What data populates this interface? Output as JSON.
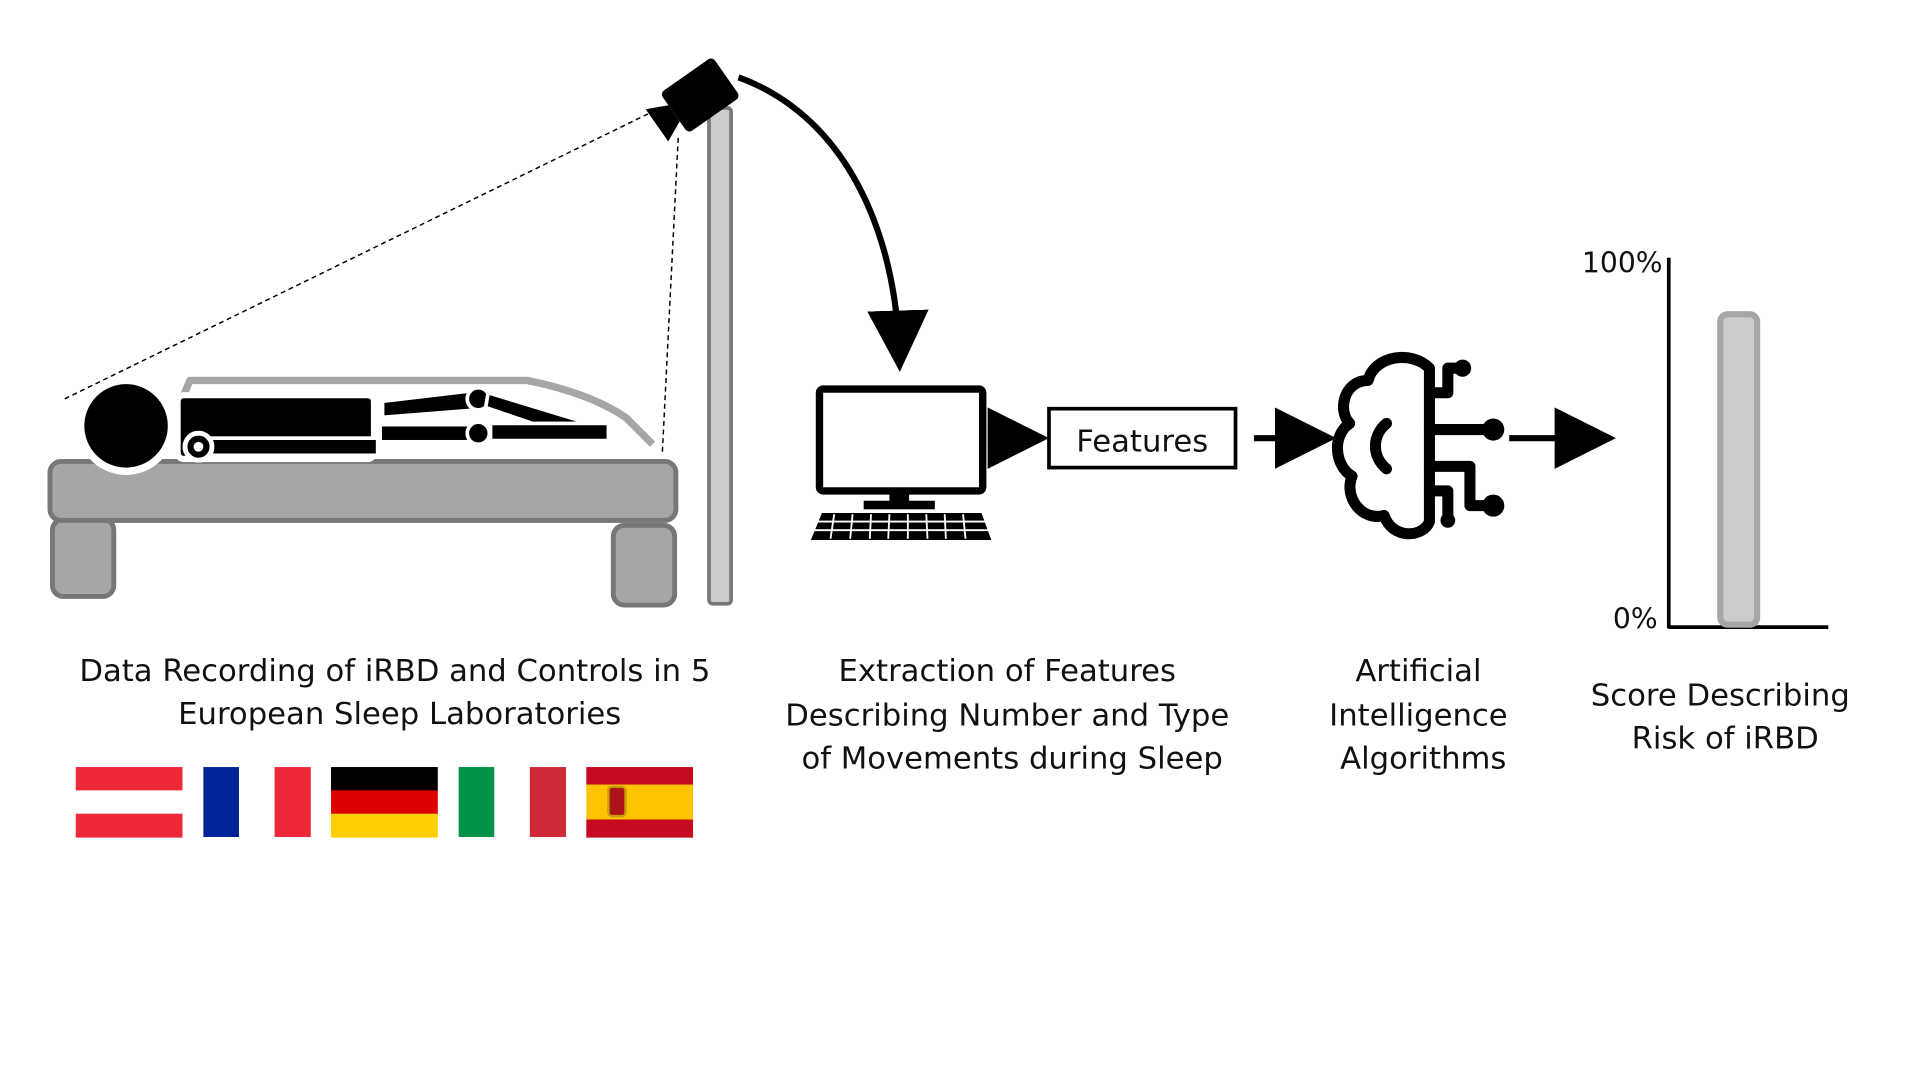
{
  "stages": {
    "recording": {
      "caption_lines": [
        "Data Recording of iRBD and Controls in 5",
        "European Sleep Laboratories"
      ],
      "flags": [
        {
          "country": "Austria",
          "colors": [
            "#ED2939",
            "#FFFFFF",
            "#ED2939"
          ],
          "orientation": "horizontal"
        },
        {
          "country": "France",
          "colors": [
            "#002395",
            "#FFFFFF",
            "#ED2939"
          ],
          "orientation": "vertical"
        },
        {
          "country": "Germany",
          "colors": [
            "#000000",
            "#DD0000",
            "#FFCE00"
          ],
          "orientation": "horizontal"
        },
        {
          "country": "Italy",
          "colors": [
            "#009246",
            "#FFFFFF",
            "#CE2B37"
          ],
          "orientation": "vertical"
        },
        {
          "country": "Spain",
          "colors": [
            "#C60B1E",
            "#FFC400",
            "#C60B1E"
          ],
          "orientation": "horizontal"
        }
      ]
    },
    "extraction": {
      "caption_lines": [
        "Extraction of Features",
        "Describing Number and Type",
        "of Movements during Sleep"
      ],
      "features_box_label": "Features"
    },
    "ai": {
      "caption_lines": [
        "Artificial",
        "Intelligence",
        "Algorithms"
      ]
    },
    "score": {
      "caption_lines": [
        "Score Describing",
        "Risk of iRBD"
      ],
      "axis_top_label": "100%",
      "axis_bottom_label": "0%"
    }
  },
  "icons": [
    "bed-icon",
    "sleeping-person-icon",
    "camera-icon",
    "computer-icon",
    "brain-circuit-icon",
    "score-bar-icon"
  ],
  "colors": {
    "bed": "#a6a6a6",
    "bed_stroke": "#777777",
    "bar_fill": "#cccccc",
    "line": "#000000"
  }
}
